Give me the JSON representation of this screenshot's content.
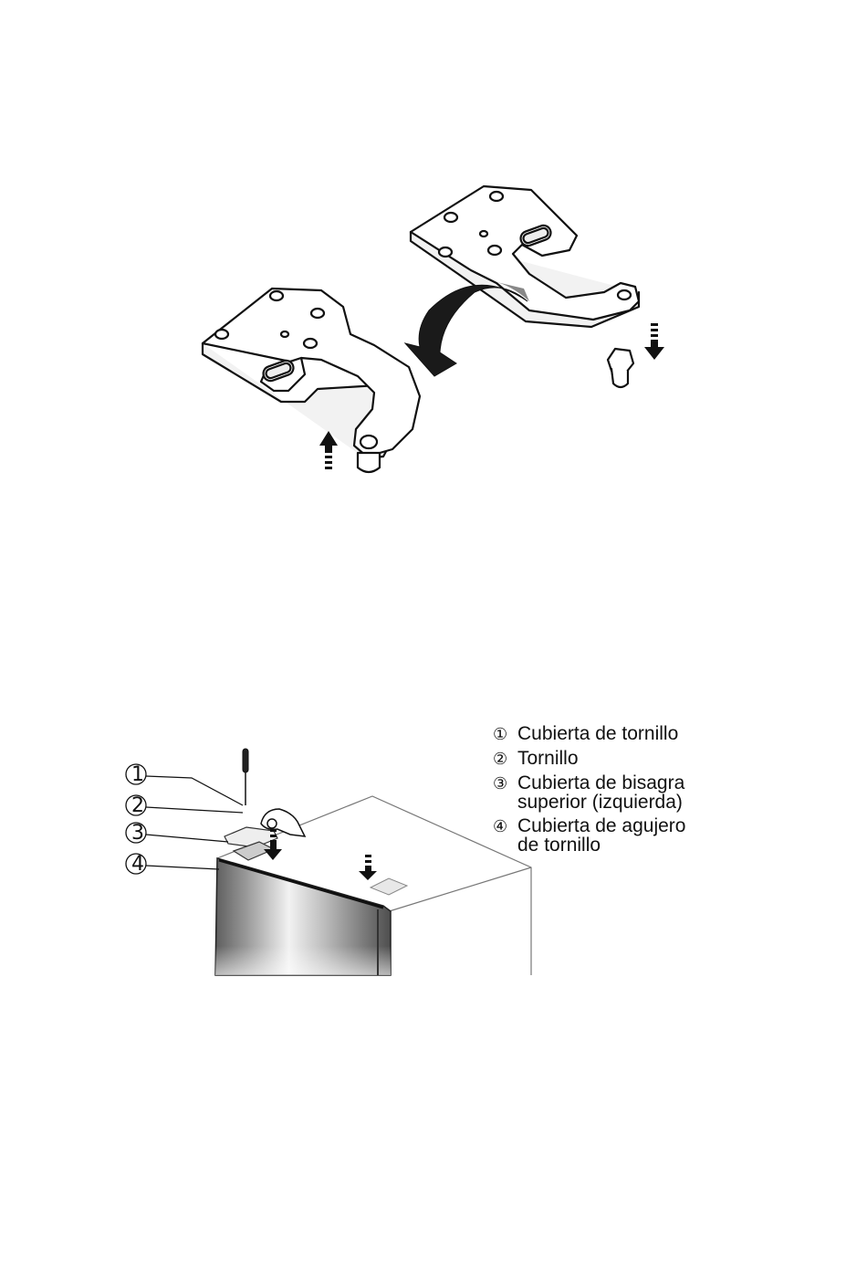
{
  "figure_top": {
    "arrow_directions": [
      "up",
      "down",
      "rotate-left"
    ]
  },
  "figure_bottom": {
    "callouts": [
      {
        "number": "①",
        "label": "Cubierta de tornillo"
      },
      {
        "number": "②",
        "label": "Tornillo"
      },
      {
        "number": "③",
        "label": "Cubierta de bisagra\nsuperior (izquierda)"
      },
      {
        "number": "④",
        "label": "Cubierta de agujero\nde tornillo"
      }
    ]
  },
  "colors": {
    "line": "#111111",
    "steel_light": "#e6e6e6",
    "steel_dark": "#6a6a6a"
  }
}
